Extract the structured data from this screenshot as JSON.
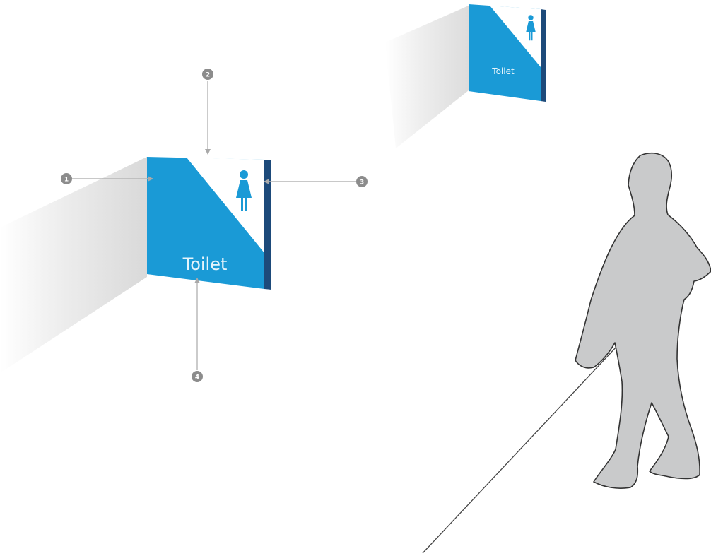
{
  "signs": {
    "main": {
      "label": "Toilet",
      "pictogram": "female-icon"
    },
    "distant": {
      "label": "Toilet",
      "pictogram": "female-icon"
    }
  },
  "callouts": [
    {
      "id": "1"
    },
    {
      "id": "2"
    },
    {
      "id": "3"
    },
    {
      "id": "4"
    }
  ],
  "figure": {
    "type": "walking-person-silhouette"
  },
  "colors": {
    "sign_blue": "#1a9ad6",
    "sign_edge": "#1d4a7a",
    "sign_text": "#e6f4fb",
    "wall_shadow": "#e7e7e7",
    "callout_gray": "#8c8c8c",
    "callout_line": "#b5b5b5",
    "person_fill": "#c9cacb",
    "person_outline": "#333333"
  }
}
